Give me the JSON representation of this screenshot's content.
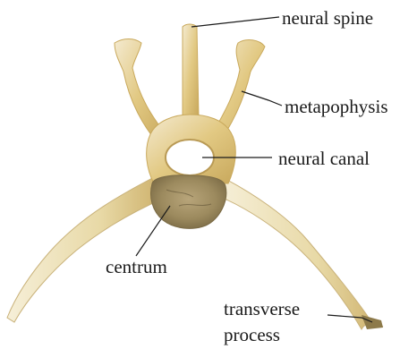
{
  "labels": {
    "neural_spine": "neural spine",
    "metapophysis": "metapophysis",
    "neural_canal": "neural canal",
    "centrum": "centrum",
    "transverse_process_line1": "transverse",
    "transverse_process_line2": "process"
  },
  "colors": {
    "bone_light": "#efe2a8",
    "bone_mid": "#ddc17a",
    "bone_dark": "#b9964a",
    "centrum_shadow": "#8a7a55",
    "line": "#1a1a1a"
  }
}
